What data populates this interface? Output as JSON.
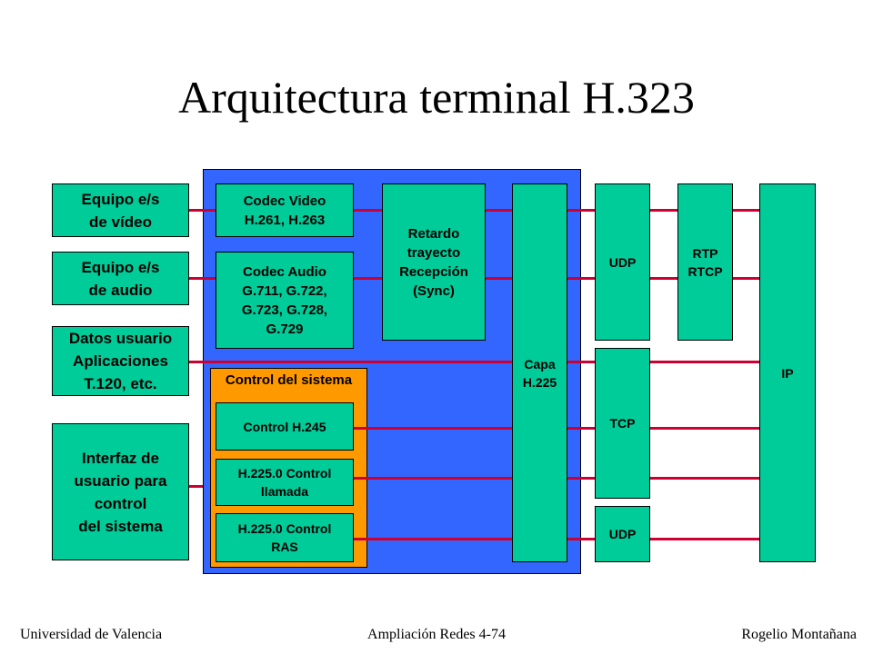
{
  "title": "Arquitectura terminal H.323",
  "panels": {
    "control_group_label": "Control del sistema"
  },
  "left_devices": [
    "Equipo e/s\nde vídeo",
    "Equipo e/s\nde audio",
    "Datos usuario\nAplicaciones\nT.120, etc.",
    "Interfaz de\nusuario para\ncontrol\ndel sistema"
  ],
  "codecs": {
    "video": "Codec Video\nH.261, H.263",
    "audio": "Codec Audio\nG.711, G.722,\nG.723, G.728,\nG.729"
  },
  "control": {
    "h245": "Control H.245",
    "call": "H.225.0 Control\nllamada",
    "ras": "H.225.0 Control\nRAS"
  },
  "delay": "Retardo\ntrayecto\nRecepción\n(Sync)",
  "h225_layer": "Capa\nH.225",
  "transport": {
    "udp_top": "UDP",
    "tcp": "TCP",
    "udp_bottom": "UDP",
    "rtp": "RTP\nRTCP",
    "ip": "IP"
  },
  "footer": {
    "left": "Universidad de Valencia",
    "center": "Ampliación Redes 4-74",
    "right": "Rogelio Montañana"
  },
  "colors": {
    "box_fill": "#00cc99",
    "panel_blue": "#3366ff",
    "panel_orange": "#ff9900",
    "connector": "#cc0033"
  }
}
